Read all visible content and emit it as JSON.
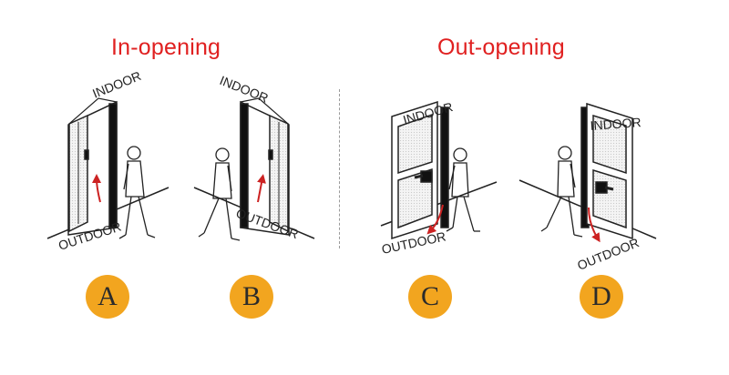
{
  "headings": {
    "in_opening": "In-opening",
    "out_opening": "Out-opening"
  },
  "panels": [
    {
      "letter": "A",
      "indoor": "INDOOR",
      "outdoor": "OUTDOOR"
    },
    {
      "letter": "B",
      "indoor": "INDOOR",
      "outdoor": "OUTDOOR"
    },
    {
      "letter": "C",
      "indoor": "INDOOR",
      "outdoor": "OUTDOOR"
    },
    {
      "letter": "D",
      "indoor": "INDOOR",
      "outdoor": "OUTDOOR"
    }
  ],
  "colors": {
    "heading": "#e02020",
    "arrow": "#cc2222",
    "badge": "#f2a51f"
  }
}
